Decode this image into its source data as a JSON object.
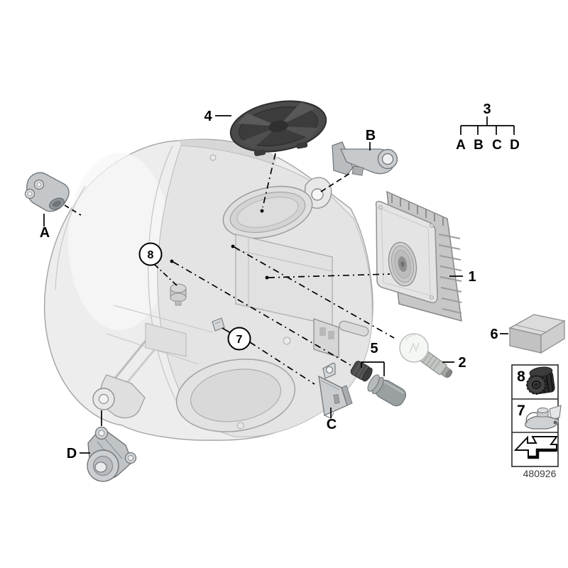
{
  "drawing_number": "480926",
  "callouts": {
    "c1": "1",
    "c2": "2",
    "c4": "4",
    "c5": "5",
    "c6": "6",
    "c7": "7",
    "c8": "8",
    "bA": "A",
    "bB": "B",
    "bC": "C",
    "bD": "D"
  },
  "group3": {
    "label": "3",
    "items": [
      "A",
      "B",
      "C",
      "D"
    ]
  },
  "legend": {
    "rows": [
      {
        "label": "8",
        "icon": "knurled-nut-icon"
      },
      {
        "label": "7",
        "icon": "sheet-metal-clip-nut-icon"
      },
      {
        "label": "",
        "icon": "turn-over-arrow-icon"
      }
    ]
  },
  "colors": {
    "leader_line": "#000000",
    "cap_dark": "#454545",
    "part_gray": "#c6cacd",
    "housing_light": "#ececec",
    "background": "#ffffff"
  }
}
